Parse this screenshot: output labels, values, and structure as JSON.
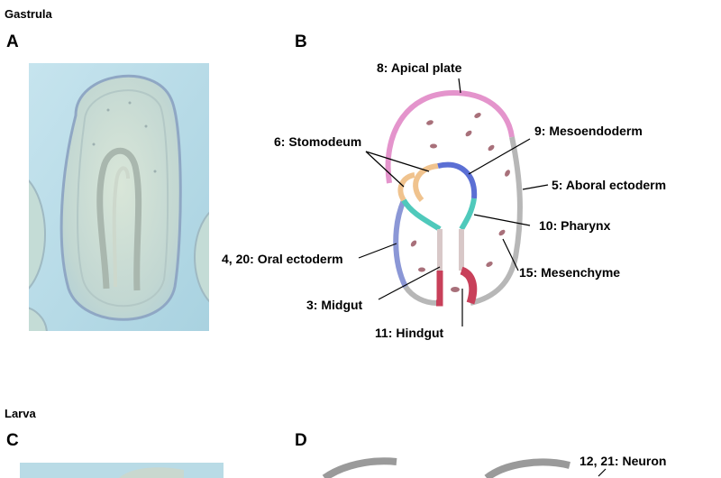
{
  "sections": {
    "gastrula": "Gastrula",
    "larva": "Larva"
  },
  "panels": {
    "a": "A",
    "b": "B",
    "c": "C",
    "d": "D"
  },
  "labels": {
    "apical_plate": "8: Apical plate",
    "stomodeum": "6: Stomodeum",
    "mesoendoderm": "9: Mesoendoderm",
    "aboral_ectoderm": "5: Aboral ectoderm",
    "pharynx": "10: Pharynx",
    "oral_ectoderm": "4, 20: Oral ectoderm",
    "mesenchyme": "15: Mesenchyme",
    "midgut": "3: Midgut",
    "hindgut": "11: Hindgut",
    "neuron": "12, 21: Neuron"
  },
  "colors": {
    "apical_plate": "#e494cc",
    "stomodeum": "#f0c38e",
    "mesoendoderm": "#5b6fd4",
    "aboral_ectoderm": "#b7b7b7",
    "pharynx": "#4fc9bb",
    "oral_ectoderm": "#8b97d6",
    "mesenchyme": "#a8707a",
    "midgut": "#d8c8c8",
    "hindgut": "#c8405a",
    "outline_gray": "#9a9a9a",
    "photo_bg": "#b9dbe6"
  }
}
